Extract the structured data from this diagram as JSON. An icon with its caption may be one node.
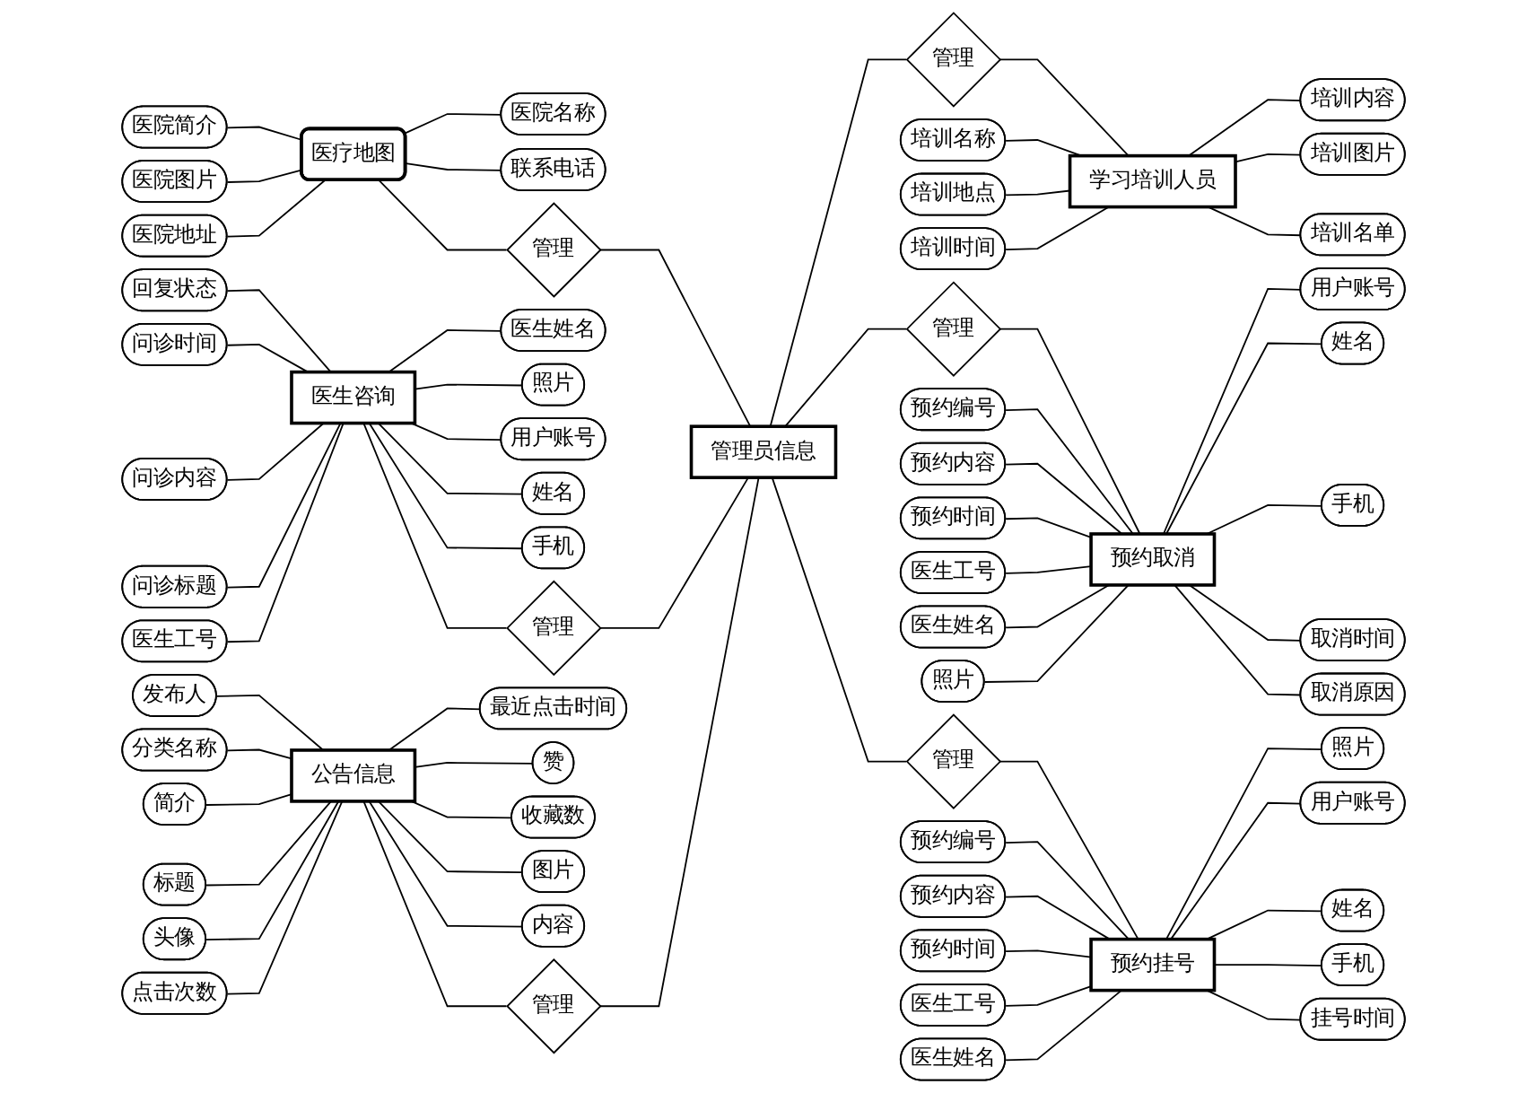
{
  "diagram": {
    "nodes": [
      {
        "text": [
          "医疗地图"
        ]
      },
      {
        "text": [
          "医院简介"
        ]
      },
      {
        "text": [
          "医院图片"
        ]
      },
      {
        "text": [
          "医院地址"
        ]
      },
      {
        "text": [
          "医院名称"
        ]
      },
      {
        "text": [
          "联系电话"
        ]
      },
      {
        "text": [
          "管理"
        ]
      },
      {
        "text": [
          "医生咨询"
        ]
      },
      {
        "text": [
          "回复状态"
        ]
      },
      {
        "text": [
          "问诊时间"
        ]
      },
      {
        "text": [
          "问诊内容"
        ]
      },
      {
        "text": [
          "问诊标题"
        ]
      },
      {
        "text": [
          "医生工号"
        ]
      },
      {
        "text": [
          "医生姓名"
        ]
      },
      {
        "text": [
          "照片"
        ]
      },
      {
        "text": [
          "用户账号"
        ]
      },
      {
        "text": [
          "姓名"
        ]
      },
      {
        "text": [
          "手机"
        ]
      },
      {
        "text": [
          "管理"
        ]
      },
      {
        "text": [
          "学习培训人员"
        ]
      },
      {
        "text": [
          "培训名称"
        ]
      },
      {
        "text": [
          "培训地点"
        ]
      },
      {
        "text": [
          "培训时间"
        ]
      },
      {
        "text": [
          "培训内容"
        ]
      },
      {
        "text": [
          "培训图片"
        ]
      },
      {
        "text": [
          "培训名单"
        ]
      },
      {
        "text": [
          "管理"
        ]
      },
      {
        "text": [
          "管理员信息"
        ]
      },
      {
        "text": [
          "公告信息"
        ]
      },
      {
        "text": [
          "发布人"
        ]
      },
      {
        "text": [
          "分类名称"
        ]
      },
      {
        "text": [
          "简介"
        ]
      },
      {
        "text": [
          "标题"
        ]
      },
      {
        "text": [
          "头像"
        ]
      },
      {
        "text": [
          "点击次数"
        ]
      },
      {
        "text": [
          "最近点击时间"
        ]
      },
      {
        "text": [
          "赞"
        ]
      },
      {
        "text": [
          "收藏数"
        ]
      },
      {
        "text": [
          "图片"
        ]
      },
      {
        "text": [
          "内容"
        ]
      },
      {
        "text": [
          "管理"
        ]
      },
      {
        "text": [
          "预约取消"
        ]
      },
      {
        "text": [
          "管理"
        ]
      },
      {
        "text": [
          "预约编号"
        ]
      },
      {
        "text": [
          "预约内容"
        ]
      },
      {
        "text": [
          "预约时间"
        ]
      },
      {
        "text": [
          "医生工号"
        ]
      },
      {
        "text": [
          "医生姓名"
        ]
      },
      {
        "text": [
          "照片"
        ]
      },
      {
        "text": [
          "用户账号"
        ]
      },
      {
        "text": [
          "姓名"
        ]
      },
      {
        "text": [
          "手机"
        ]
      },
      {
        "text": [
          "取消时间"
        ]
      },
      {
        "text": [
          "取消原因"
        ]
      },
      {
        "text": [
          "预约挂号"
        ]
      },
      {
        "text": [
          "管理"
        ]
      },
      {
        "text": [
          "预约编号"
        ]
      },
      {
        "text": [
          "预约内容"
        ]
      },
      {
        "text": [
          "预约时间"
        ]
      },
      {
        "text": [
          "医生工号"
        ]
      },
      {
        "text": [
          "医生姓名"
        ]
      },
      {
        "text": [
          "照片"
        ]
      },
      {
        "text": [
          "用户账号"
        ]
      },
      {
        "text": [
          "姓名"
        ]
      },
      {
        "text": [
          "手机"
        ]
      },
      {
        "text": [
          "挂号时间"
        ]
      }
    ],
    "edges": [
      {
        "from": 6,
        "to": 27,
        "arrow": "none"
      },
      {
        "from": 0,
        "to": 6,
        "arrow": "none"
      },
      {
        "from": 18,
        "to": 27,
        "arrow": "none"
      },
      {
        "from": 7,
        "to": 18,
        "arrow": "none"
      },
      {
        "from": 40,
        "to": 27,
        "arrow": "none"
      },
      {
        "from": 28,
        "to": 40,
        "arrow": "none"
      },
      {
        "from": 27,
        "to": 26,
        "arrow": "none"
      },
      {
        "from": 26,
        "to": 19,
        "arrow": "none"
      },
      {
        "from": 27,
        "to": 42,
        "arrow": "none"
      },
      {
        "from": 42,
        "to": 41,
        "arrow": "none"
      },
      {
        "from": 27,
        "to": 55,
        "arrow": "none"
      },
      {
        "from": 55,
        "to": 54,
        "arrow": "none"
      },
      {
        "from": 1,
        "to": 0,
        "arrow": "none"
      },
      {
        "from": 2,
        "to": 0,
        "arrow": "none"
      },
      {
        "from": 3,
        "to": 0,
        "arrow": "none"
      },
      {
        "from": 0,
        "to": 4,
        "arrow": "none"
      },
      {
        "from": 0,
        "to": 5,
        "arrow": "none"
      },
      {
        "from": 8,
        "to": 7,
        "arrow": "none"
      },
      {
        "from": 9,
        "to": 7,
        "arrow": "none"
      },
      {
        "from": 10,
        "to": 7,
        "arrow": "none"
      },
      {
        "from": 11,
        "to": 7,
        "arrow": "none"
      },
      {
        "from": 12,
        "to": 7,
        "arrow": "none"
      },
      {
        "from": 7,
        "to": 13,
        "arrow": "none"
      },
      {
        "from": 7,
        "to": 14,
        "arrow": "none"
      },
      {
        "from": 7,
        "to": 15,
        "arrow": "none"
      },
      {
        "from": 7,
        "to": 16,
        "arrow": "none"
      },
      {
        "from": 7,
        "to": 17,
        "arrow": "none"
      },
      {
        "from": 20,
        "to": 19,
        "arrow": "none"
      },
      {
        "from": 21,
        "to": 19,
        "arrow": "none"
      },
      {
        "from": 22,
        "to": 19,
        "arrow": "none"
      },
      {
        "from": 19,
        "to": 23,
        "arrow": "none"
      },
      {
        "from": 19,
        "to": 24,
        "arrow": "none"
      },
      {
        "from": 19,
        "to": 25,
        "arrow": "none"
      },
      {
        "from": 29,
        "to": 28,
        "arrow": "none"
      },
      {
        "from": 30,
        "to": 28,
        "arrow": "none"
      },
      {
        "from": 31,
        "to": 28,
        "arrow": "none"
      },
      {
        "from": 32,
        "to": 28,
        "arrow": "none"
      },
      {
        "from": 33,
        "to": 28,
        "arrow": "none"
      },
      {
        "from": 34,
        "to": 28,
        "arrow": "none"
      },
      {
        "from": 28,
        "to": 35,
        "arrow": "none"
      },
      {
        "from": 28,
        "to": 36,
        "arrow": "none"
      },
      {
        "from": 28,
        "to": 37,
        "arrow": "none"
      },
      {
        "from": 28,
        "to": 38,
        "arrow": "none"
      },
      {
        "from": 28,
        "to": 39,
        "arrow": "none"
      },
      {
        "from": 43,
        "to": 41,
        "arrow": "none"
      },
      {
        "from": 44,
        "to": 41,
        "arrow": "none"
      },
      {
        "from": 45,
        "to": 41,
        "arrow": "none"
      },
      {
        "from": 46,
        "to": 41,
        "arrow": "none"
      },
      {
        "from": 47,
        "to": 41,
        "arrow": "none"
      },
      {
        "from": 48,
        "to": 41,
        "arrow": "none"
      },
      {
        "from": 41,
        "to": 49,
        "arrow": "none"
      },
      {
        "from": 41,
        "to": 50,
        "arrow": "none"
      },
      {
        "from": 41,
        "to": 51,
        "arrow": "none"
      },
      {
        "from": 41,
        "to": 52,
        "arrow": "none"
      },
      {
        "from": 41,
        "to": 53,
        "arrow": "none"
      },
      {
        "from": 56,
        "to": 54,
        "arrow": "none"
      },
      {
        "from": 57,
        "to": 54,
        "arrow": "none"
      },
      {
        "from": 58,
        "to": 54,
        "arrow": "none"
      },
      {
        "from": 59,
        "to": 54,
        "arrow": "none"
      },
      {
        "from": 60,
        "to": 54,
        "arrow": "none"
      },
      {
        "from": 54,
        "to": 61,
        "arrow": "none"
      },
      {
        "from": 54,
        "to": 62,
        "arrow": "none"
      },
      {
        "from": 54,
        "to": 63,
        "arrow": "none"
      },
      {
        "from": 54,
        "to": 64,
        "arrow": "none"
      },
      {
        "from": 54,
        "to": 65,
        "arrow": "none"
      }
    ]
  }
}
